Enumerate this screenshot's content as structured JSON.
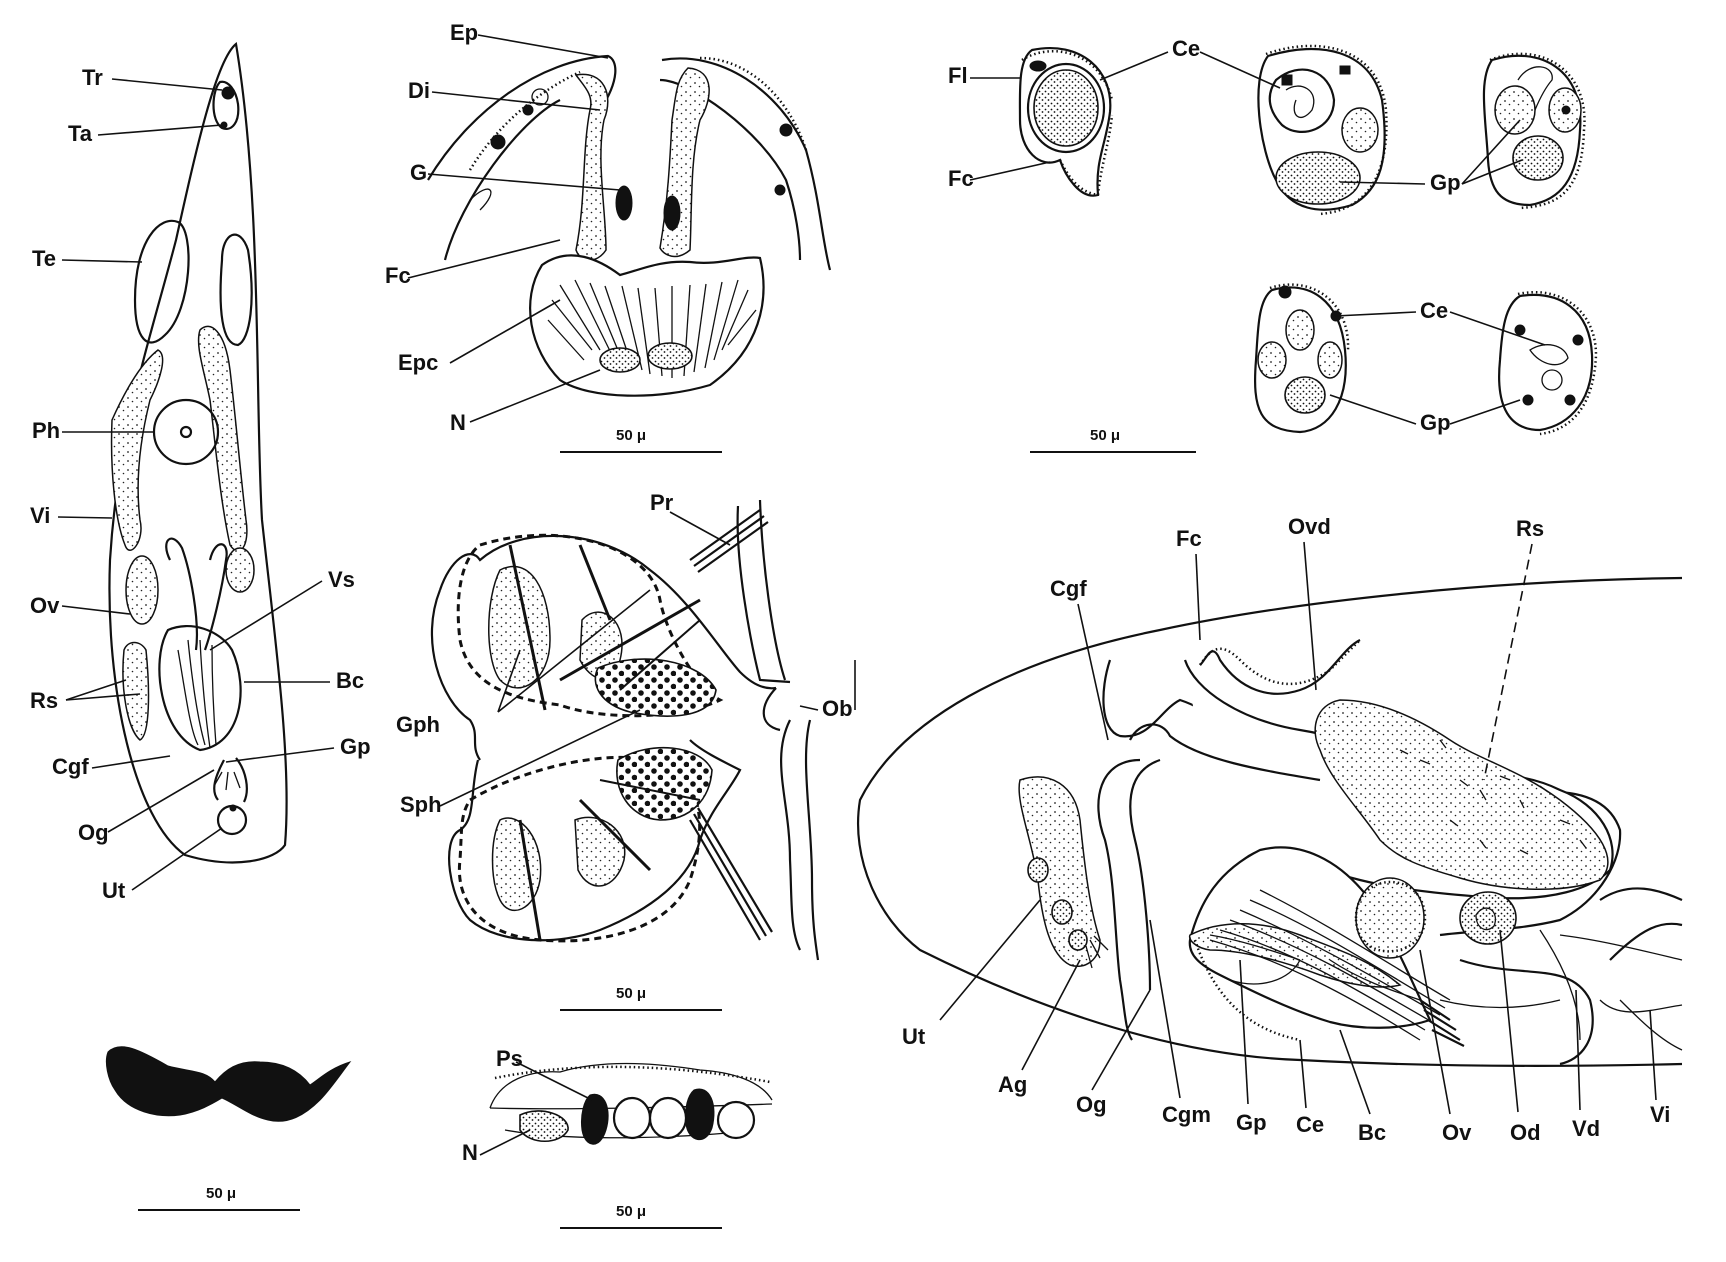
{
  "scale_bars": {
    "whole_worm": "50 μ",
    "pharynx_section": "50 μ",
    "cross_sections": "50 μ",
    "genital_atrium": "50 μ",
    "epidermis_section": "50 μ"
  },
  "labels": {
    "whole_worm": [
      "Tr",
      "Ta",
      "Te",
      "Ph",
      "Vi",
      "Ov",
      "Vs",
      "Rs",
      "Bc",
      "Cgf",
      "Gp",
      "Og",
      "Ut"
    ],
    "pharynx_section": [
      "Ep",
      "Di",
      "G",
      "Fc",
      "Epc",
      "N"
    ],
    "cross_sections": [
      "Fl",
      "Ce",
      "Fc",
      "Gp",
      "Ce",
      "Gp"
    ],
    "genital_atrium": [
      "Pr",
      "Ob",
      "Gph",
      "Sph"
    ],
    "epidermis_section": [
      "Ps",
      "N"
    ],
    "longitudinal_section": [
      "Cgf",
      "Fc",
      "Ovd",
      "Rs",
      "Ut",
      "Ag",
      "Og",
      "Cgm",
      "Gp",
      "Ce",
      "Bc",
      "Ov",
      "Od",
      "Vd",
      "Vi"
    ]
  },
  "colors": {
    "ink": "#111111",
    "paper": "#ffffff"
  }
}
